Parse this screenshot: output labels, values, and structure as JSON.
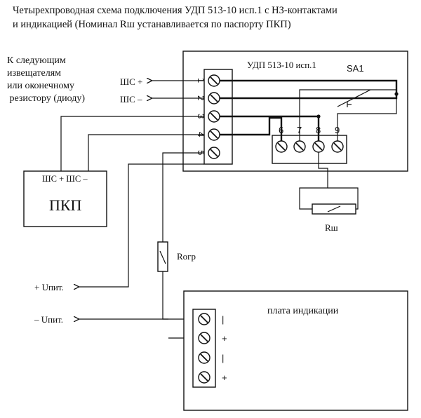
{
  "title": {
    "line1": "Четырехпроводная схема подключения УДП 513-10 исп.1 с НЗ-контактами",
    "line2": "и индикацией (Номинал Rш устанавливается по паспорту ПКП)"
  },
  "device": {
    "name": "УДП 513-10 исп.1",
    "switch_label": "SA1",
    "left_terminal_numbers": [
      "1",
      "2",
      "3",
      "4",
      "5"
    ],
    "right_terminal_numbers": [
      "6",
      "7",
      "8",
      "9"
    ]
  },
  "next_detectors_note": [
    "К следующим",
    "извещателям",
    "или оконечному",
    " резистору (диоду)"
  ],
  "loop_labels": {
    "plus": "ШС +",
    "minus": "ШС –"
  },
  "control_panel": {
    "name": "ПКП",
    "terminals": "ШС + ШС –"
  },
  "resistors": {
    "shunt": "Rш",
    "limiting": "Rогр"
  },
  "power_labels": {
    "plus": "+ Uпит.",
    "minus": "– Uпит."
  },
  "indication_board": {
    "title": "плата индикации",
    "terminal_marks": [
      "|",
      "+",
      "|",
      "+"
    ]
  },
  "colors": {
    "ink": "#111111",
    "background": "#ffffff"
  }
}
